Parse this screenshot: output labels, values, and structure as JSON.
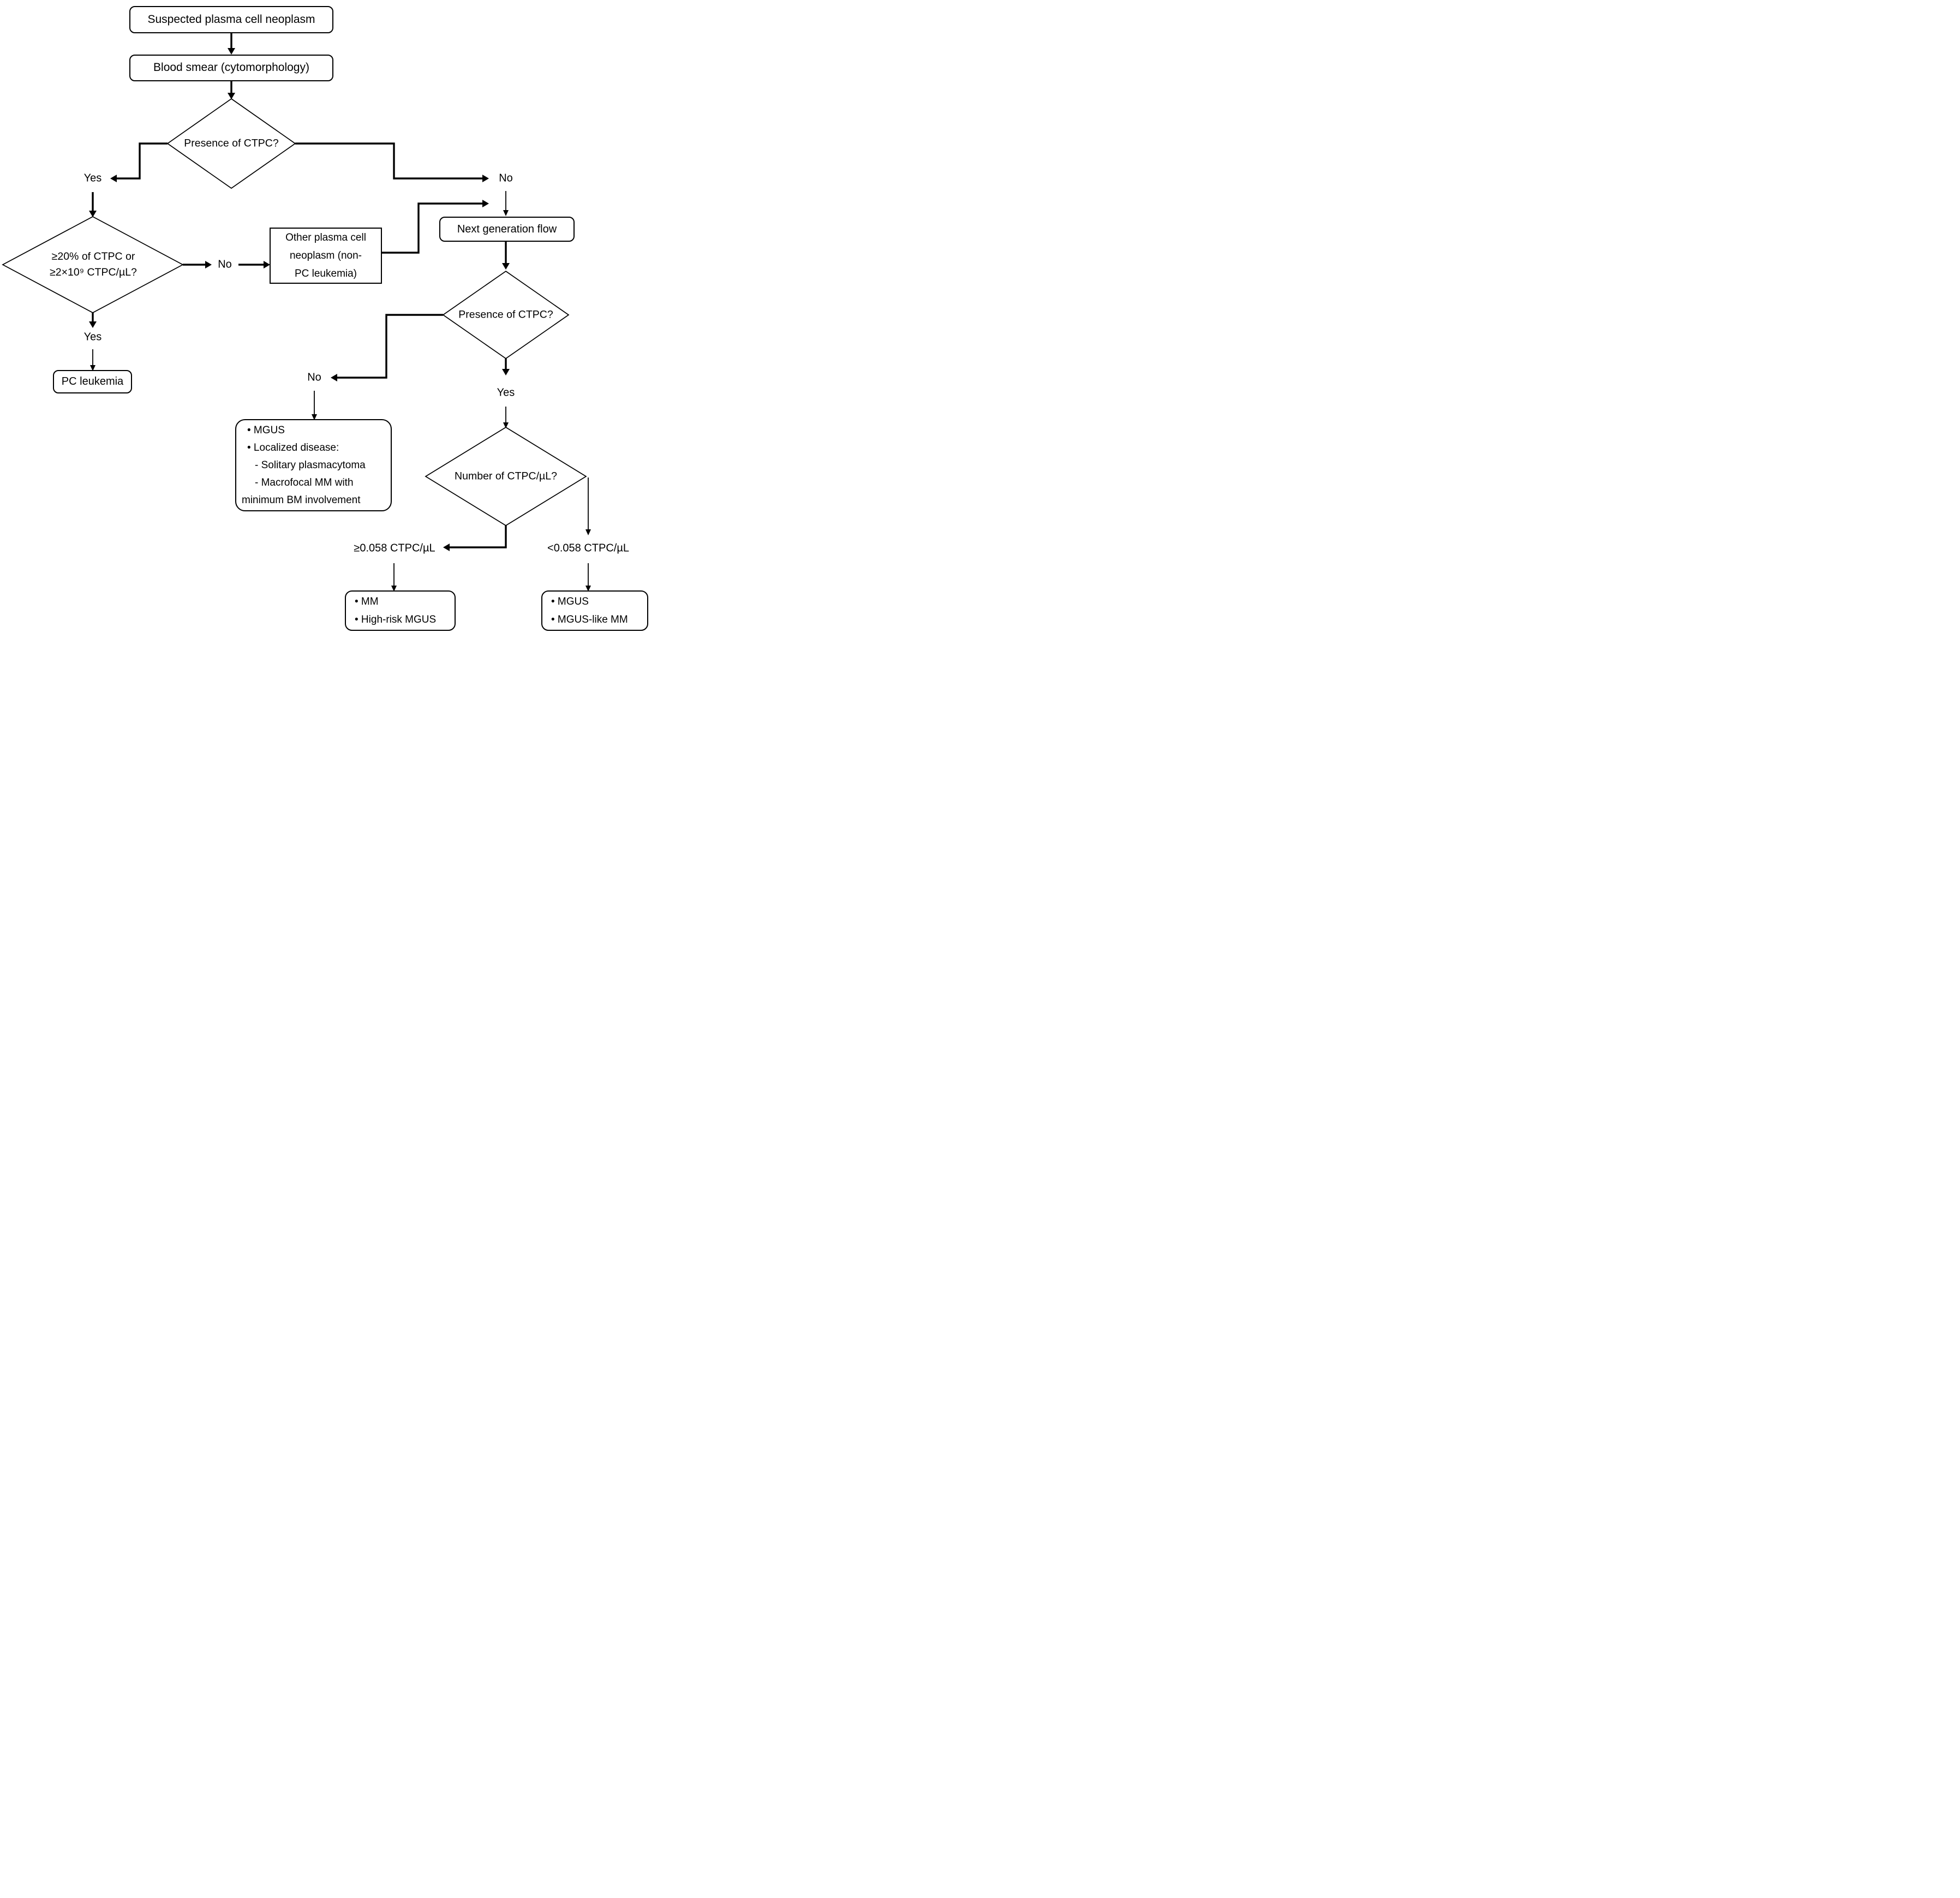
{
  "diagram": {
    "type": "flowchart",
    "topic": "Diagnostic workflow for suspected plasma cell neoplasm using CTPC detection",
    "colors": {
      "line": "#000000",
      "background": "#ffffff",
      "text": "#000000"
    },
    "nodes": {
      "suspected": {
        "label": "Suspected plasma cell neoplasm"
      },
      "blood_smear": {
        "label": "Blood smear (cytomorphology)"
      },
      "presence_ctpc_1": {
        "label": "Presence of CTPC?"
      },
      "ctpc_threshold": {
        "line1": "≥20% of CTPC or",
        "line2": "≥2×10⁹ CTPC/µL?"
      },
      "pc_leukemia": {
        "label": "PC leukemia"
      },
      "other_neoplasm": {
        "lines": [
          "Other plasma cell",
          "neoplasm (non-",
          "PC leukemia)"
        ]
      },
      "next_gen_flow": {
        "label": "Next generation flow"
      },
      "presence_ctpc_2": {
        "label": "Presence of CTPC?"
      },
      "mgus_localized": {
        "lines": [
          "• MGUS",
          "• Localized disease:",
          "- Solitary plasmacytoma",
          "- Macrofocal MM with",
          "minimum BM involvement"
        ]
      },
      "number_ctpc": {
        "label": "Number of CTPC/µL?"
      },
      "mm_high_risk": {
        "lines": [
          "• MM",
          "• High-risk MGUS"
        ]
      },
      "mgus_like_mm": {
        "lines": [
          "• MGUS",
          "• MGUS-like MM"
        ]
      }
    },
    "edge_labels": {
      "yes1": "Yes",
      "no1": "No",
      "no2": "No",
      "yes2": "Yes",
      "no3": "No",
      "yes3": "Yes",
      "ge_threshold": "≥0.058 CTPC/µL",
      "lt_threshold": "<0.058 CTPC/µL"
    }
  }
}
